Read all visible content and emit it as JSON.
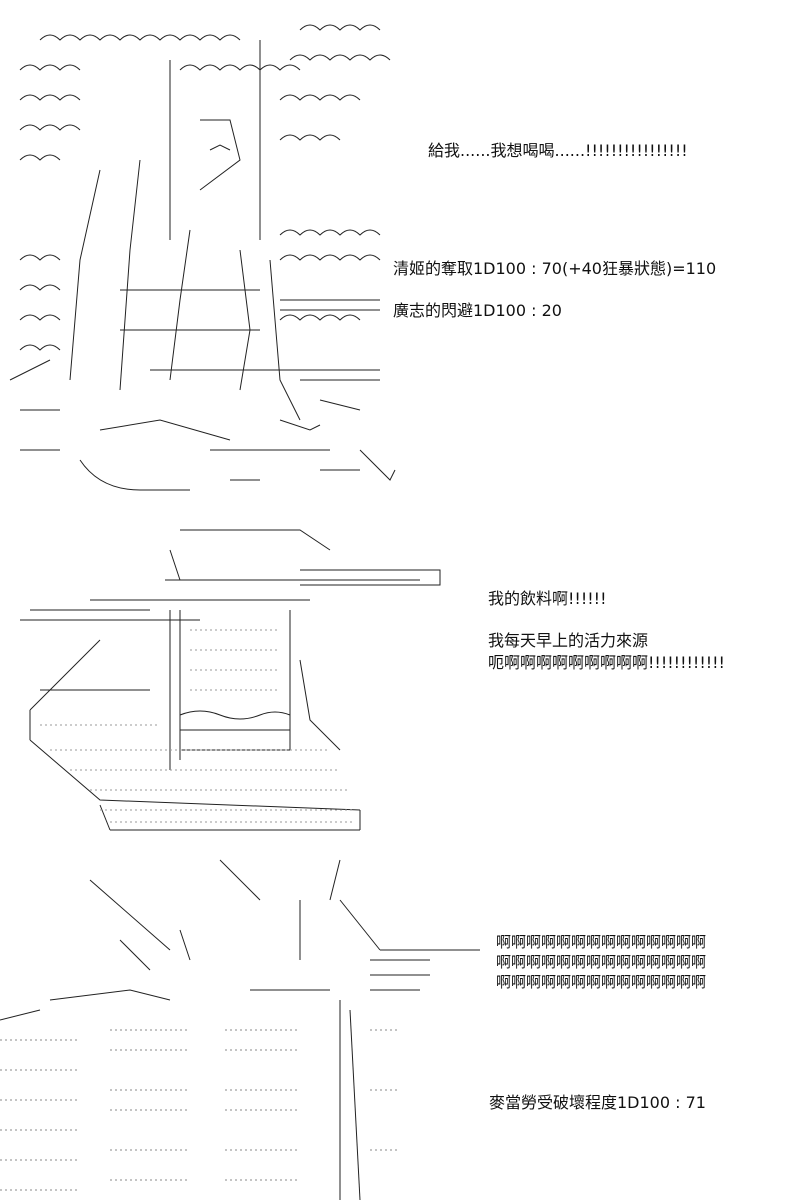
{
  "panels": [
    {
      "lines": [
        "給我......我想喝喝......!!!!!!!!!!!!!!!!"
      ],
      "rolls": [
        "清姬的奪取1D100 : 70(+40狂暴狀態)=110",
        "廣志的閃避1D100 : 20"
      ]
    },
    {
      "lines": [
        "我的飲料啊!!!!!!",
        "我每天早上的活力來源",
        "呃啊啊啊啊啊啊啊啊啊!!!!!!!!!!!!"
      ]
    },
    {
      "scream": [
        "啊啊啊啊啊啊啊啊啊啊啊啊啊啊",
        "啊啊啊啊啊啊啊啊啊啊啊啊啊啊",
        "啊啊啊啊啊啊啊啊啊啊啊啊啊啊"
      ],
      "roll": "麥當勞受破壞程度1D100 :  71"
    }
  ],
  "colors": {
    "ink": "#111111",
    "background": "#ffffff"
  }
}
